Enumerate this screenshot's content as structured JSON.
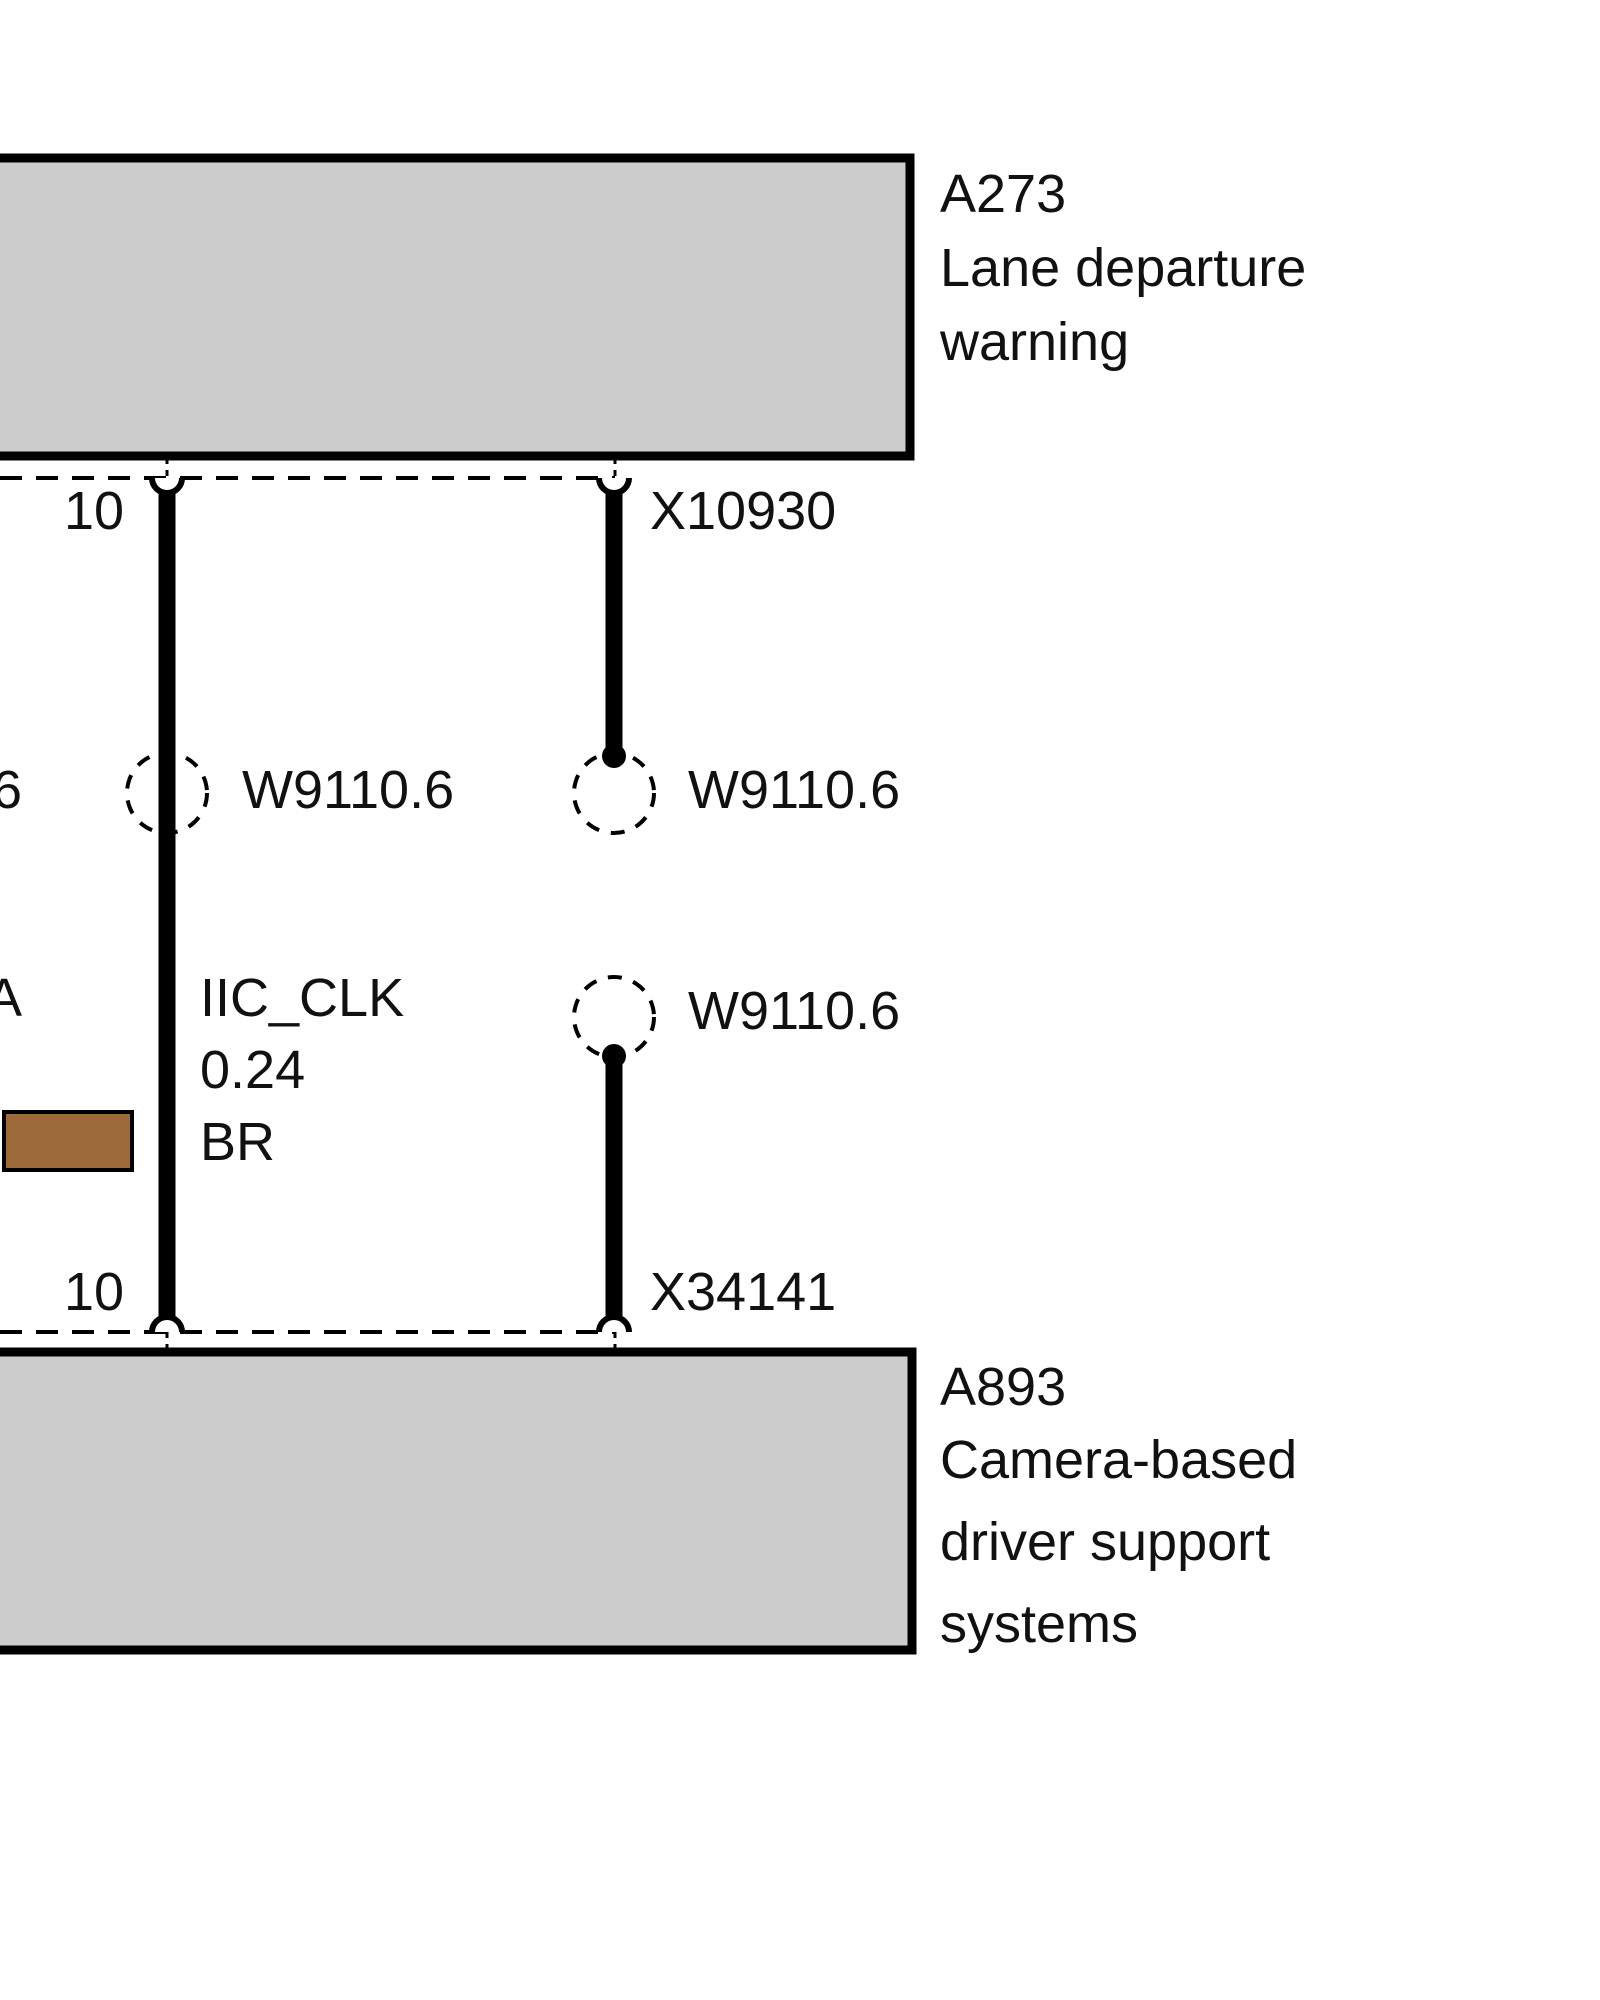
{
  "components": {
    "top": {
      "id": "A273",
      "line1": "Lane departure",
      "line2": "warning",
      "fill": "#cccccc"
    },
    "bottom": {
      "id": "A893",
      "line1": "Camera-based",
      "line2": "driver support",
      "line3": "systems",
      "fill": "#cccccc"
    }
  },
  "connectors": {
    "top": {
      "name": "X10930",
      "pin": "10"
    },
    "bottom": {
      "name": "X34141",
      "pin": "10"
    }
  },
  "splices": {
    "left_partial": "6",
    "mid": "W9110.6",
    "right_upper": "W9110.6",
    "right_lower": "W9110.6"
  },
  "wire": {
    "signal": "IIC_CLK",
    "gauge": "0.24",
    "color_code": "BR",
    "swatch_color": "#9c6a3a",
    "partial_left_label": "A"
  }
}
